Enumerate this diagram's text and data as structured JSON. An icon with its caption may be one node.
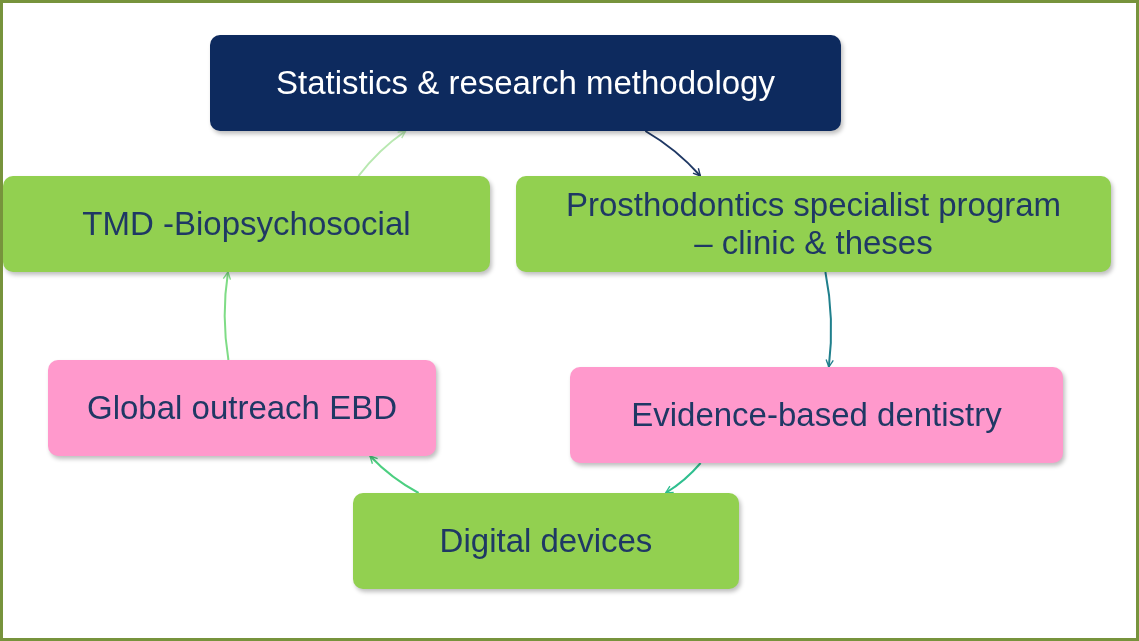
{
  "diagram": {
    "nodes": [
      {
        "text": [
          "Statistics & research methodology"
        ]
      },
      {
        "text": [
          "Prosthodontics specialist program – clinic & theses"
        ]
      },
      {
        "text": [
          "Evidence-based dentistry"
        ]
      },
      {
        "text": [
          "Digital devices"
        ]
      },
      {
        "text": [
          "Global outreach EBD"
        ]
      },
      {
        "text": [
          "TMD -Biopsychosocial"
        ]
      }
    ],
    "edges": [
      {
        "from": 0,
        "to": 1,
        "arrow": "to",
        "color": "#1f3864"
      },
      {
        "from": 1,
        "to": 2,
        "arrow": "to",
        "color": "#1f7f8c"
      },
      {
        "from": 2,
        "to": 3,
        "arrow": "to",
        "color": "#2fbf8f"
      },
      {
        "from": 3,
        "to": 4,
        "arrow": "to",
        "color": "#4ccf80"
      },
      {
        "from": 4,
        "to": 5,
        "arrow": "to",
        "color": "#7fdc86"
      },
      {
        "from": 5,
        "to": 0,
        "arrow": "to",
        "color": "#b8e8b0"
      }
    ]
  }
}
